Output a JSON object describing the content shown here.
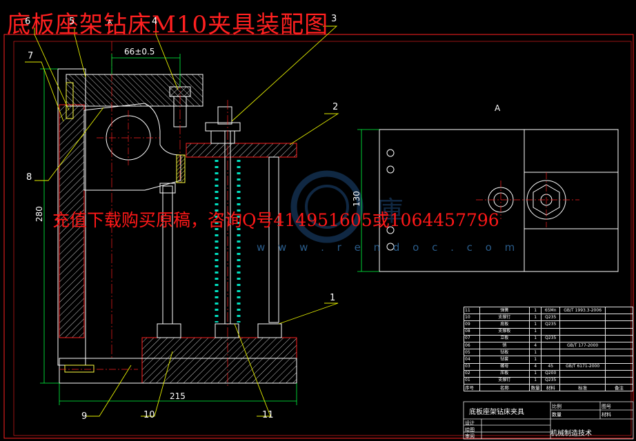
{
  "title": "底板座架钻床M10夹具装配图",
  "promo": "充值下载购买原稿，咨询Q号414951605或1064457796",
  "watermark_url": "w w w . r e n d o c . c o m",
  "view_label": "A",
  "top_arrow_label": "A",
  "dimensions": {
    "width_top": "66±0.5",
    "height_left": "280",
    "width_bottom": "215",
    "height_right_view": "130"
  },
  "leaders": [
    "1",
    "2",
    "3",
    "4",
    "5",
    "6",
    "7",
    "8",
    "9",
    "10",
    "11"
  ],
  "bom": {
    "rows": [
      {
        "no": "11",
        "name": "弹簧",
        "qty": "1",
        "mat": "65Mn",
        "std": "GB/T 1993.3-2006",
        "note": ""
      },
      {
        "no": "10",
        "name": "支撑钉",
        "qty": "1",
        "mat": "Q235",
        "std": "",
        "note": ""
      },
      {
        "no": "09",
        "name": "底板",
        "qty": "1",
        "mat": "Q235",
        "std": "",
        "note": ""
      },
      {
        "no": "08",
        "name": "支撑板",
        "qty": "1",
        "mat": "",
        "std": "",
        "note": ""
      },
      {
        "no": "07",
        "name": "立板",
        "qty": "1",
        "mat": "Q235",
        "std": "",
        "note": ""
      },
      {
        "no": "06",
        "name": "销",
        "qty": "4",
        "mat": "",
        "std": "GB/T 177-2000",
        "note": ""
      },
      {
        "no": "05",
        "name": "钻板",
        "qty": "1",
        "mat": "",
        "std": "",
        "note": ""
      },
      {
        "no": "04",
        "name": "钻套",
        "qty": "1",
        "mat": "",
        "std": "",
        "note": ""
      },
      {
        "no": "03",
        "name": "螺母",
        "qty": "4",
        "mat": "45",
        "std": "GB/T 6171-2000",
        "note": ""
      },
      {
        "no": "02",
        "name": "压板",
        "qty": "1",
        "mat": "Q200",
        "std": "",
        "note": ""
      },
      {
        "no": "01",
        "name": "支撑钉",
        "qty": "1",
        "mat": "Q235",
        "std": "",
        "note": ""
      }
    ],
    "header": {
      "no": "序号",
      "name": "名称",
      "qty": "数量",
      "mat": "材料",
      "std": "标准",
      "note": "备注"
    }
  },
  "title_block": {
    "name": "底板座架钻床夹具",
    "scale_label": "比例",
    "qty_label": "数量",
    "drawing_no_label": "图号",
    "material_label": "材料",
    "design_label": "设计",
    "draw_label": "绘图",
    "check_label": "审阅",
    "org": "机械制造技术"
  },
  "colors": {
    "background": "#000000",
    "outline": "#ffffff",
    "part": "#ff2020",
    "hatch": "#ffffff",
    "dim_line": "#00ff40",
    "spring": "#00e0c0",
    "leader": "#e6f000",
    "text_red": "#ff2020"
  }
}
